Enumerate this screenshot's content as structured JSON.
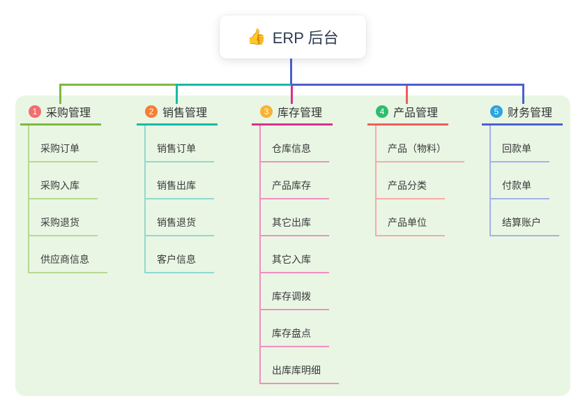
{
  "root": {
    "icon": "👍",
    "icon_name": "thumbs-up-icon",
    "label": "ERP 后台"
  },
  "colors": {
    "canvas_bg": "#ffffff",
    "panel_bg": "#e9f6e4",
    "stem_blue": "#4a5fd1",
    "text_dark": "#333333",
    "root_text": "#2f3b52"
  },
  "branches": [
    {
      "index": "1",
      "label": "采购管理",
      "badge_color": "#f56c6c",
      "line_color": "#7cb93e",
      "child_line_color": "#b5d98f",
      "children": [
        "采购订单",
        "采购入库",
        "采购退货",
        "供应商信息"
      ]
    },
    {
      "index": "2",
      "label": "销售管理",
      "badge_color": "#f67d33",
      "line_color": "#17b9a6",
      "child_line_color": "#8fd9cf",
      "children": [
        "销售订单",
        "销售出库",
        "销售退货",
        "客户信息"
      ]
    },
    {
      "index": "3",
      "label": "库存管理",
      "badge_color": "#f8b234",
      "line_color": "#d6308f",
      "child_line_color": "#ef8fc0",
      "children": [
        "仓库信息",
        "产品库存",
        "其它出库",
        "其它入库",
        "库存调拨",
        "库存盘点",
        "出库库明细"
      ]
    },
    {
      "index": "4",
      "label": "产品管理",
      "badge_color": "#2dbd6d",
      "line_color": "#f15c5c",
      "child_line_color": "#f8a8a8",
      "children": [
        "产品（物料）",
        "产品分类",
        "产品单位"
      ]
    },
    {
      "index": "5",
      "label": "财务管理",
      "badge_color": "#2ba5e0",
      "line_color": "#4a5fd1",
      "child_line_color": "#a4b2e8",
      "children": [
        "回款单",
        "付款单",
        "结算账户"
      ]
    }
  ]
}
